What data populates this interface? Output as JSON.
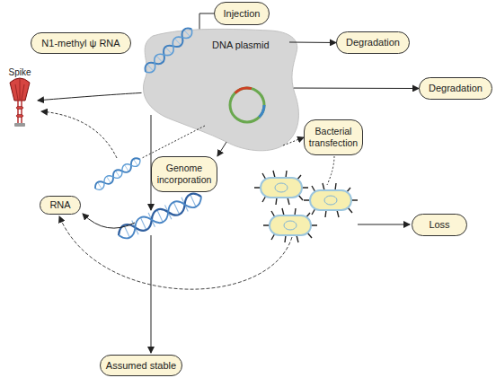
{
  "diagram": {
    "nodes": [
      {
        "text": [
          "Injection"
        ]
      },
      {
        "text": [
          "N1-methyl ψ RNA"
        ]
      },
      {
        "text": [
          "DNA plasmid"
        ]
      },
      {
        "text": [
          "Degradation"
        ]
      },
      {
        "text": [
          "Degradation"
        ]
      },
      {
        "text": [
          "Spike"
        ]
      },
      {
        "text": [
          "Bacterial transfection"
        ]
      },
      {
        "text": [
          "Genome incorporation"
        ]
      },
      {
        "text": [
          "RNA"
        ]
      },
      {
        "text": [
          "Loss"
        ]
      },
      {
        "text": [
          "Assumed stable"
        ]
      }
    ],
    "edges": [
      {
        "from": 0,
        "to": 2,
        "arrow": "none"
      },
      {
        "from": 2,
        "to": 3,
        "arrow": "to"
      },
      {
        "from": 2,
        "to": 4,
        "arrow": "to"
      },
      {
        "from": 2,
        "to": 5,
        "arrow": "to"
      },
      {
        "from": 2,
        "to": 6,
        "arrow": "to"
      },
      {
        "from": 2,
        "to": 7,
        "arrow": "to"
      }
    ]
  }
}
